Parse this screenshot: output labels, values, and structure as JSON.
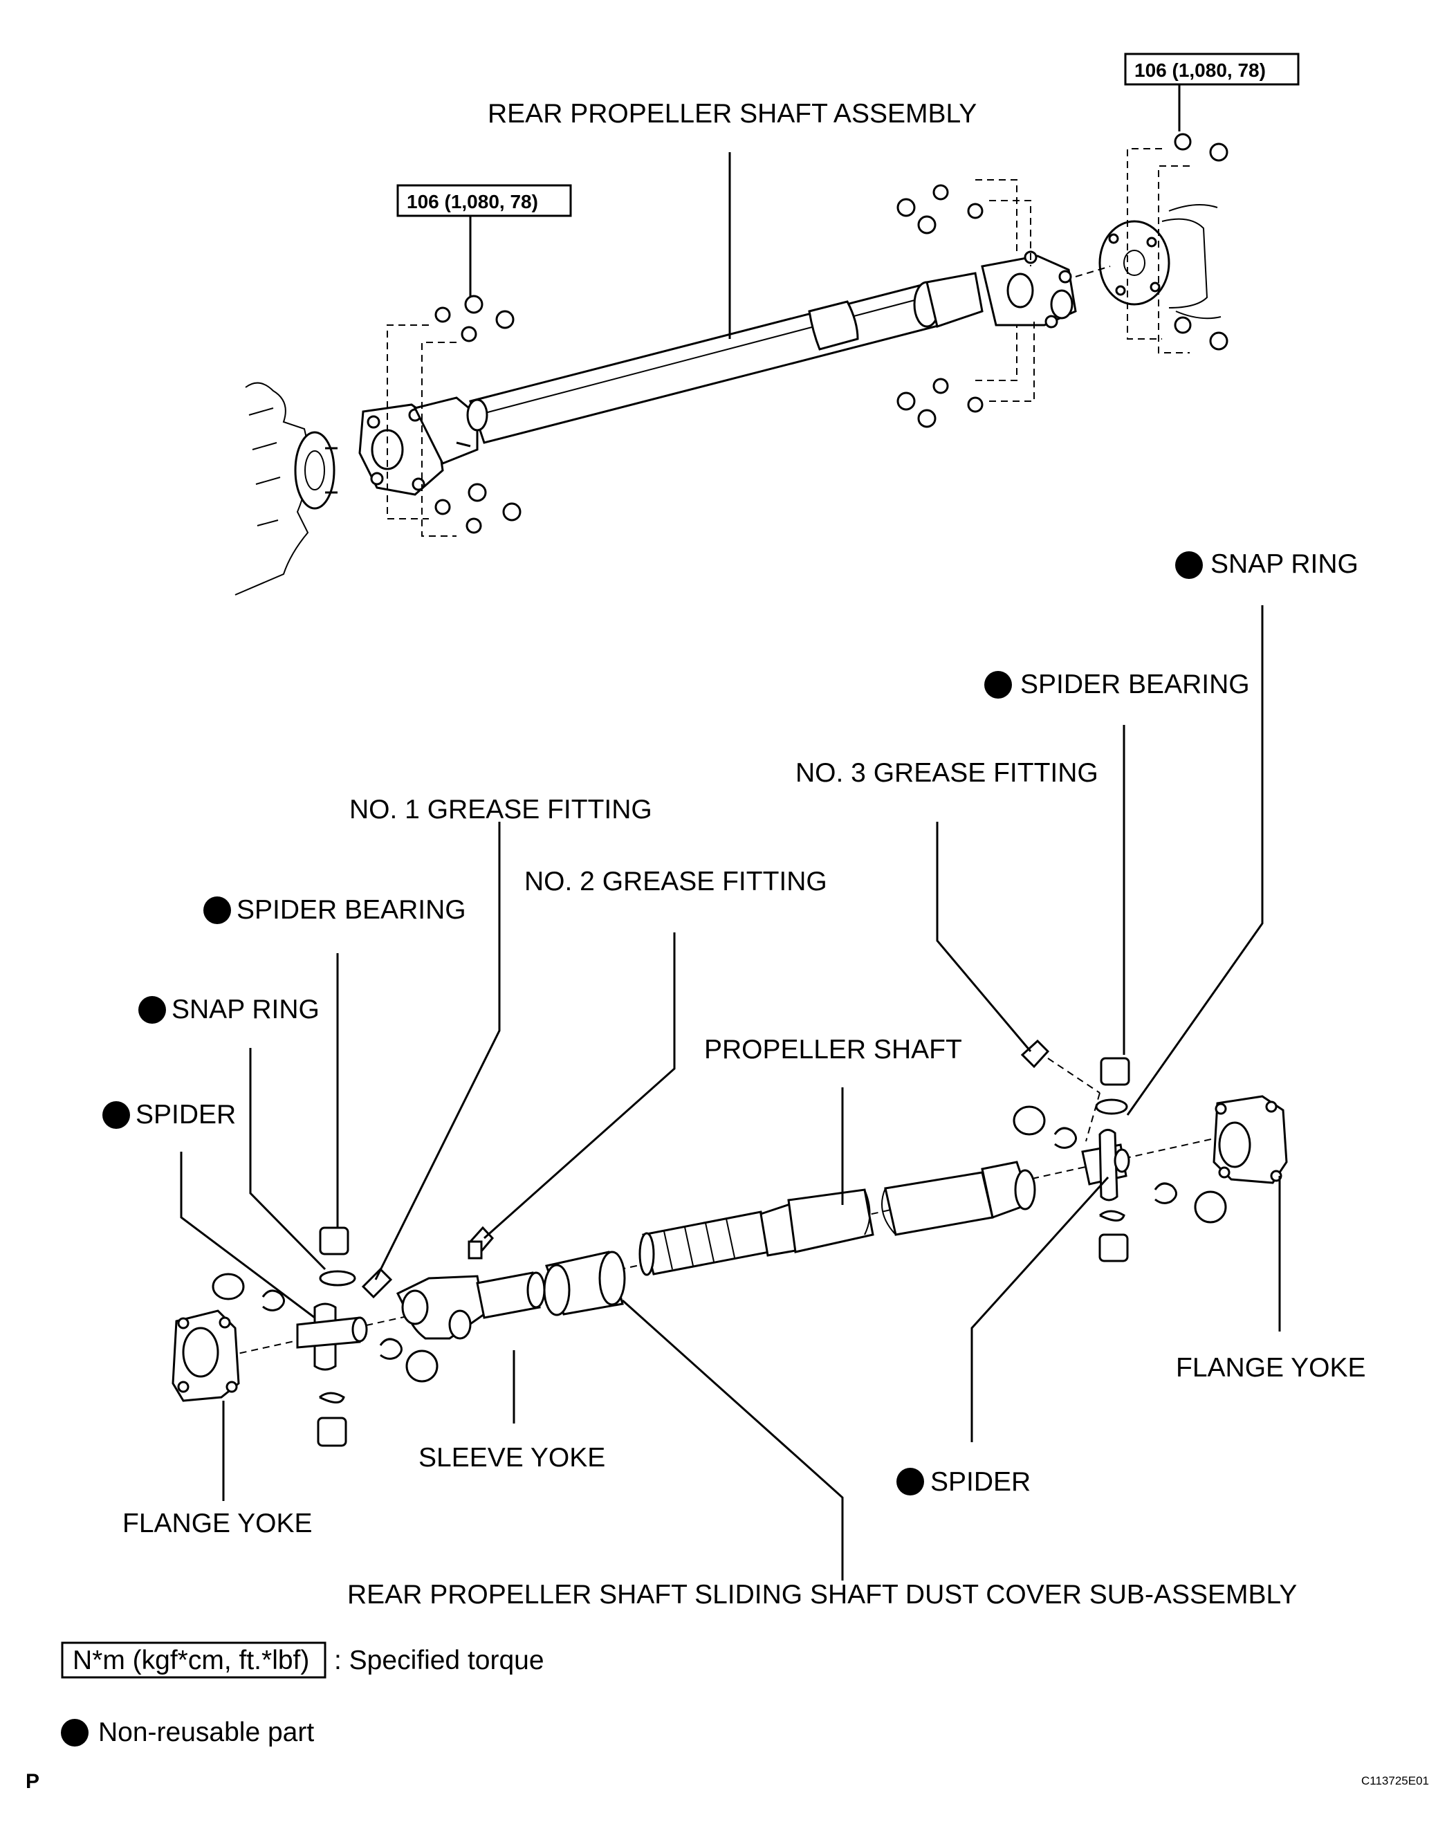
{
  "labels": {
    "rear_propeller_shaft_assembly": "REAR PROPELLER SHAFT ASSEMBLY",
    "torque_left": "106 (1,080, 78)",
    "torque_right": "106 (1,080, 78)",
    "snap_ring_right": "SNAP RING",
    "spider_bearing_right": "SPIDER BEARING",
    "no3_grease_fitting": "NO. 3 GREASE FITTING",
    "no1_grease_fitting": "NO. 1 GREASE FITTING",
    "no2_grease_fitting": "NO. 2 GREASE FITTING",
    "spider_bearing_left": "SPIDER BEARING",
    "snap_ring_left": "SNAP RING",
    "spider_left": "SPIDER",
    "propeller_shaft": "PROPELLER SHAFT",
    "sleeve_yoke": "SLEEVE YOKE",
    "flange_yoke_left": "FLANGE YOKE",
    "flange_yoke_right": "FLANGE YOKE",
    "spider_right": "SPIDER",
    "dust_cover": "REAR PROPELLER SHAFT SLIDING SHAFT DUST COVER SUB-ASSEMBLY"
  },
  "legend": {
    "torque_box": "N*m (kgf*cm, ft.*lbf)",
    "torque_text": ": Specified torque",
    "non_reusable": "Non-reusable part"
  },
  "footer": {
    "corner_mark": "P",
    "figure_code": "C113725E01"
  }
}
